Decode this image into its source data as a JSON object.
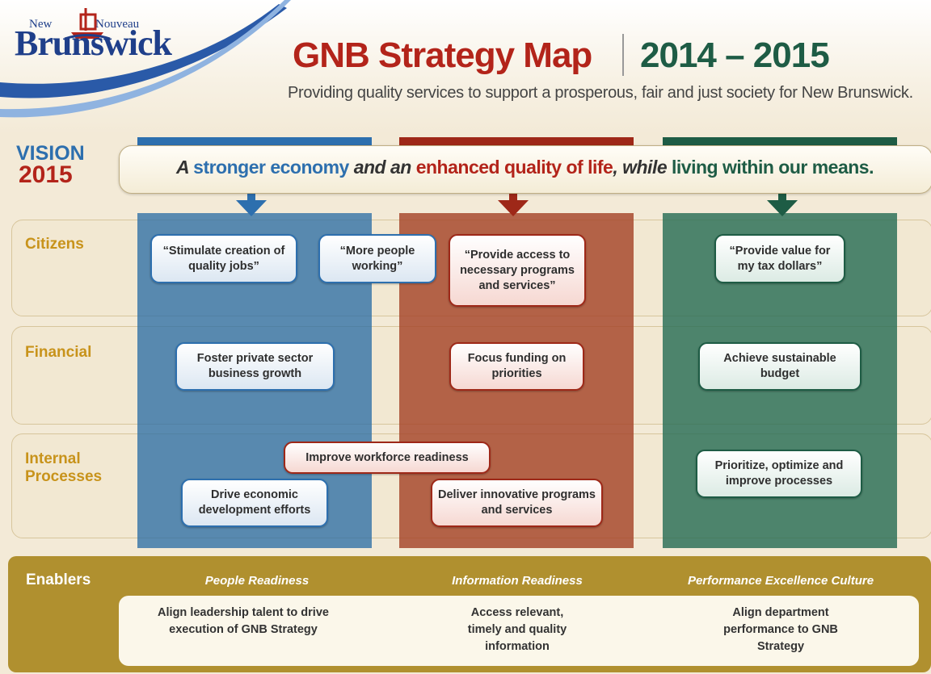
{
  "logo": {
    "word_left": "New",
    "word_right": "Nouveau",
    "word_main": "Brunswick"
  },
  "header": {
    "title": "GNB Strategy Map",
    "years": "2014 – 2015",
    "subtitle": "Providing quality services to support a prosperous, fair and just society for New Brunswick."
  },
  "vision": {
    "label_top": "VISION",
    "label_bottom": "2015",
    "text_a": "A ",
    "text_b": "stronger economy",
    "text_c": " and an ",
    "text_d": "enhanced quality of life",
    "text_e": ", while ",
    "text_f": "living within our means."
  },
  "rows": {
    "citizens": "Citizens",
    "financial": "Financial",
    "internal_1": "Internal",
    "internal_2": "Processes"
  },
  "boxes": {
    "citizens_jobs": "“Stimulate creation of quality jobs”",
    "citizens_working": "“More people working”",
    "citizens_access": "“Provide access to necessary programs and services”",
    "citizens_value": "“Provide value for my tax dollars”",
    "fin_growth": "Foster private sector business growth",
    "fin_funding": "Focus funding on priorities",
    "fin_budget": "Achieve sustainable budget",
    "int_workforce": "Improve workforce readiness",
    "int_economic": "Drive economic development efforts",
    "int_deliver": "Deliver innovative programs and services",
    "int_prioritize": "Prioritize, optimize and improve processes"
  },
  "enablers": {
    "label": "Enablers",
    "people_head": "People Readiness",
    "info_head": "Information Readiness",
    "perf_head": "Performance Excellence Culture",
    "people_text": "Align leadership talent to drive execution of GNB Strategy",
    "info_text": "Access relevant, timely and quality information",
    "perf_text": "Align department performance to GNB Strategy"
  },
  "colors": {
    "blue": "#2d6fae",
    "red": "#9e2818",
    "green": "#1e5c45",
    "gold": "#c8931b",
    "enabler_bg": "#b0902f"
  }
}
